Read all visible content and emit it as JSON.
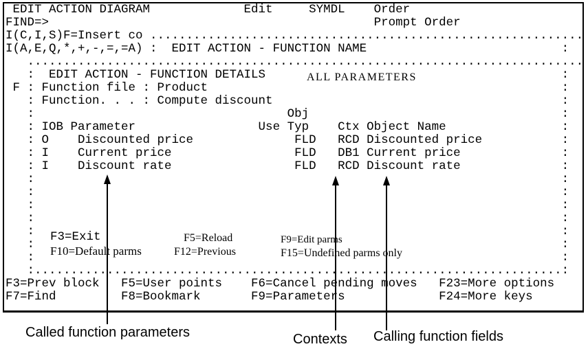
{
  "colors": {
    "foreground": "#000000",
    "background": "#ffffff"
  },
  "terminal": {
    "lines": [
      " EDIT ACTION DIAGRAM             Edit     SYMDL    Order",
      "FIND=>                                             Prompt Order",
      "I(C,I,S)F=Insert co ............................................................",
      "I(A,E,Q,*,+,-,=,=A) :  EDIT ACTION - FUNCTION NAME                           :",
      "   .............................................................................",
      "   :  EDIT ACTION - FUNCTION DETAILS                                         :",
      " F : Function file : Product                                                 :",
      "   : Function. . . : Compute discount                                        :",
      "   :                                   Obj                                   :",
      "   : IOB Parameter                 Use Typ    Ctx Object Name                :",
      "   : O    Discounted price              FLD   RCD Discounted price           :",
      "   : I    Current price                 FLD   DB1 Current price              :",
      "   : I    Discount rate                 FLD   RCD Discount rate              :",
      "   :                                                                         :",
      "   :                                                                         :",
      "   :                                                                         :",
      "   :                                                                         :",
      "   :                                                                         :",
      "   :                                                                         :",
      "   :                                                                         :",
      "   :.........................................................................:",
      "F3=Prev block   F5=User points    F6=Cancel pending moves   F23=More options",
      "F7=Find         F8=Bookmark       F9=Parameters             F24=More keys"
    ]
  },
  "popup": {
    "all_parameters_label": "ALL PARAMETERS",
    "fkeys": {
      "f3": "F3=Exit",
      "f5": "F5=Reload",
      "f9": "F9=Edit parms",
      "f10": "F10=Default parms",
      "f12": "F12=Previous",
      "f15": "F15=Undefined parms only"
    }
  },
  "annotations": {
    "called_function_parameters": "Called function parameters",
    "contexts": "Contexts",
    "calling_function_fields": "Calling function fields"
  }
}
